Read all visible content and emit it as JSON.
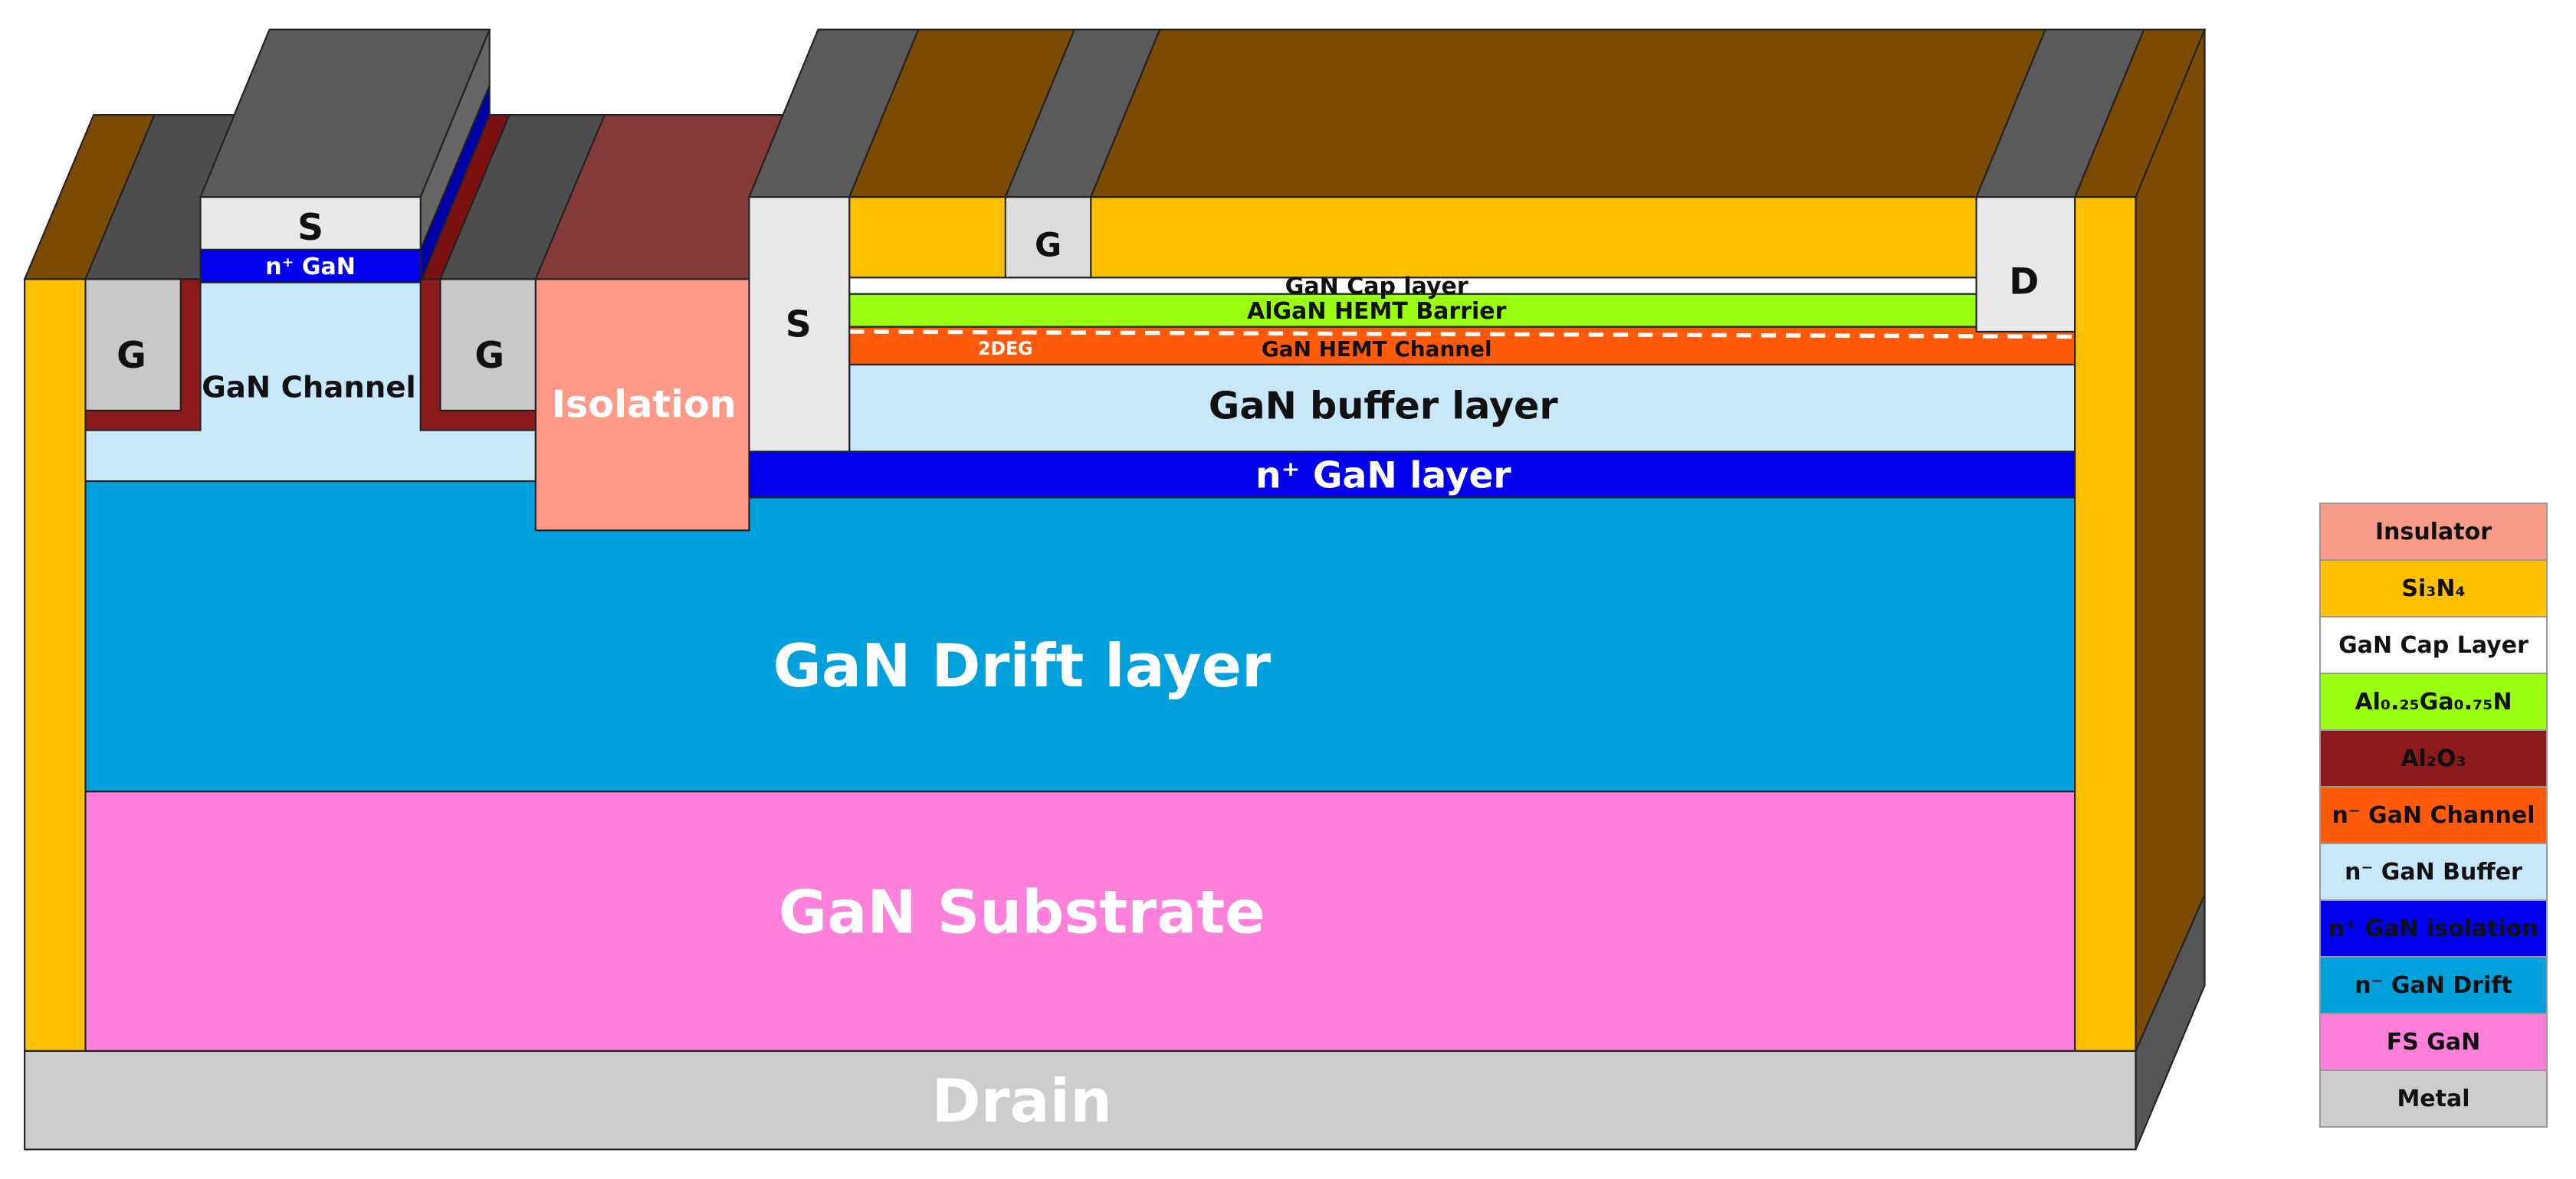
{
  "labels": {
    "source_left": "S",
    "n_plus_gan_small": "n⁺ GaN",
    "gate_left": "G",
    "gate_mid": "G",
    "gan_channel": "GaN Channel",
    "isolation": "Isolation",
    "source_hemt": "S",
    "gate_hemt": "G",
    "drain_hemt": "D",
    "gan_cap": "GaN Cap layer",
    "algan_barrier": "AlGaN HEMT Barrier",
    "two_deg": "2DEG",
    "hemt_channel": "GaN HEMT Channel",
    "buffer": "GaN buffer layer",
    "n_plus_layer": "n⁺ GaN layer",
    "drift": "GaN Drift layer",
    "substrate": "GaN Substrate",
    "drain_bottom": "Drain"
  },
  "legend": [
    {
      "label": "Insulator",
      "color": "#F79B88"
    },
    {
      "label": "Si₃N₄",
      "color": "#FFC000"
    },
    {
      "label": "GaN Cap Layer",
      "color": "#FFFFFF"
    },
    {
      "label": "Al₀.₂₅Ga₀.₇₅N",
      "color": "#99FF11"
    },
    {
      "label": "Al₂O₃",
      "color": "#8B1A1A"
    },
    {
      "label": "n⁻ GaN Channel",
      "color": "#FF5A0A"
    },
    {
      "label": "n⁻ GaN Buffer",
      "color": "#C6E8FA"
    },
    {
      "label": "n⁺ GaN isolation",
      "color": "#0000EE"
    },
    {
      "label": "n⁻ GaN Drift",
      "color": "#00A0DC"
    },
    {
      "label": "FS GaN",
      "color": "#FF80DB"
    },
    {
      "label": "Metal",
      "color": "#CCCCCC"
    }
  ]
}
